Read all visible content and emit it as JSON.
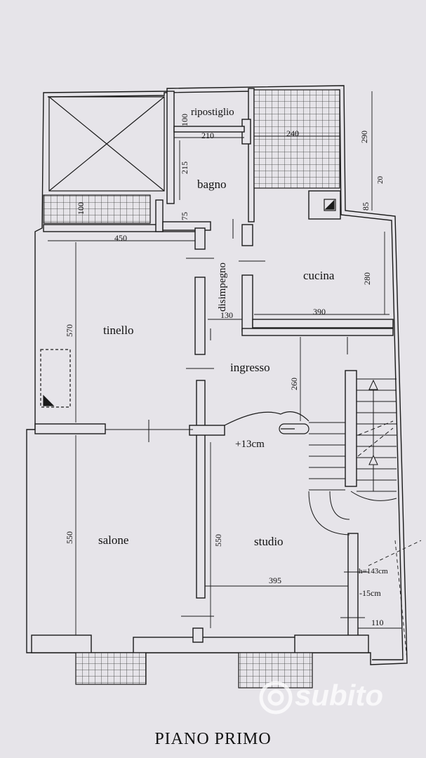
{
  "title": "PIANO PRIMO",
  "watermark": "subito",
  "rooms": {
    "ripostiglio": "ripostiglio",
    "bagno": "bagno",
    "disimpegno": "disimpegno",
    "cucina": "cucina",
    "tinello": "tinello",
    "ingresso": "ingresso",
    "salone": "salone",
    "studio": "studio"
  },
  "level_notes": {
    "ingresso": "+13cm",
    "stair_height": "h=143cm",
    "stair_level": "-15cm"
  },
  "dimensions": {
    "ripostiglio_h": "100",
    "bagno_w": "210",
    "bagno_h": "215",
    "bagno_small": "75",
    "balcony_w": "240",
    "right_top": "290",
    "right_20": "20",
    "right_85": "85",
    "terrace_100": "100",
    "tinello_w": "450",
    "tinello_h": "570",
    "disimpegno_w": "130",
    "cucina_w": "390",
    "cucina_h": "280",
    "ingresso_h": "260",
    "salone_h": "550",
    "studio_h": "550",
    "studio_w": "395",
    "bottom_right_w": "110"
  },
  "colors": {
    "line": "#1a1a1a",
    "paper": "#e6e4e9"
  }
}
